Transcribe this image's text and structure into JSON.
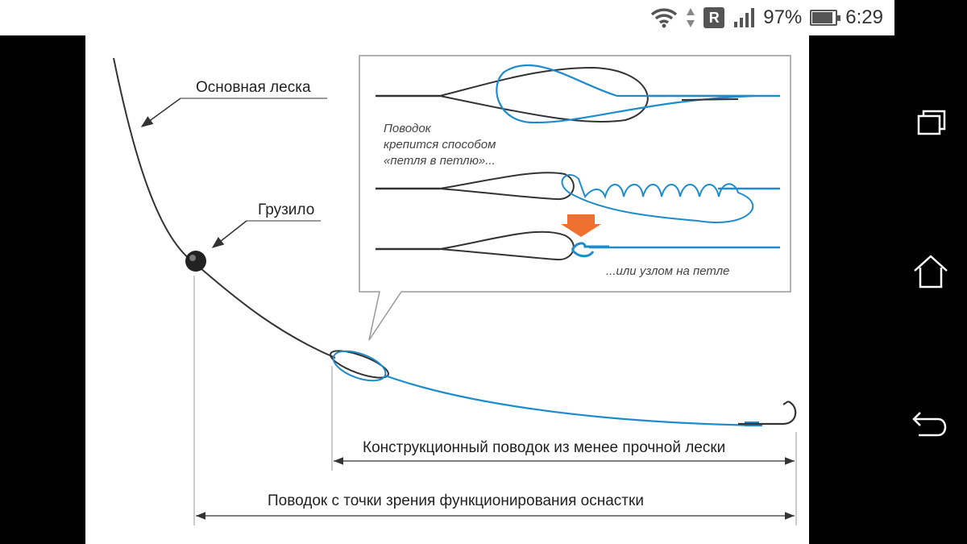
{
  "status_bar": {
    "battery_percent": "97%",
    "time": "6:29",
    "roaming_badge": "R",
    "battery_level": 0.97,
    "icons": [
      "wifi-icon",
      "data-transfer-icon",
      "roaming-icon",
      "signal-icon",
      "battery-icon"
    ]
  },
  "diagram": {
    "main_line_label": "Основная леска",
    "sinker_label": "Грузило",
    "inset_note_line1": "Поводок",
    "inset_note_line2": "крепится способом",
    "inset_note_line3": "«петля в петлю»...",
    "inset_alt_note": "...или узлом на петле",
    "leader_construction_label": "Конструкционный поводок из менее прочной лески",
    "leader_functional_label": "Поводок с точки зрения функционирования оснастки",
    "colors": {
      "main_line": "#333333",
      "leader_line": "#1e8ccc",
      "arrow": "#f07030",
      "dimension": "#333333"
    }
  },
  "navbar": {
    "icons": [
      "recent-apps-icon",
      "home-icon",
      "back-icon"
    ]
  }
}
